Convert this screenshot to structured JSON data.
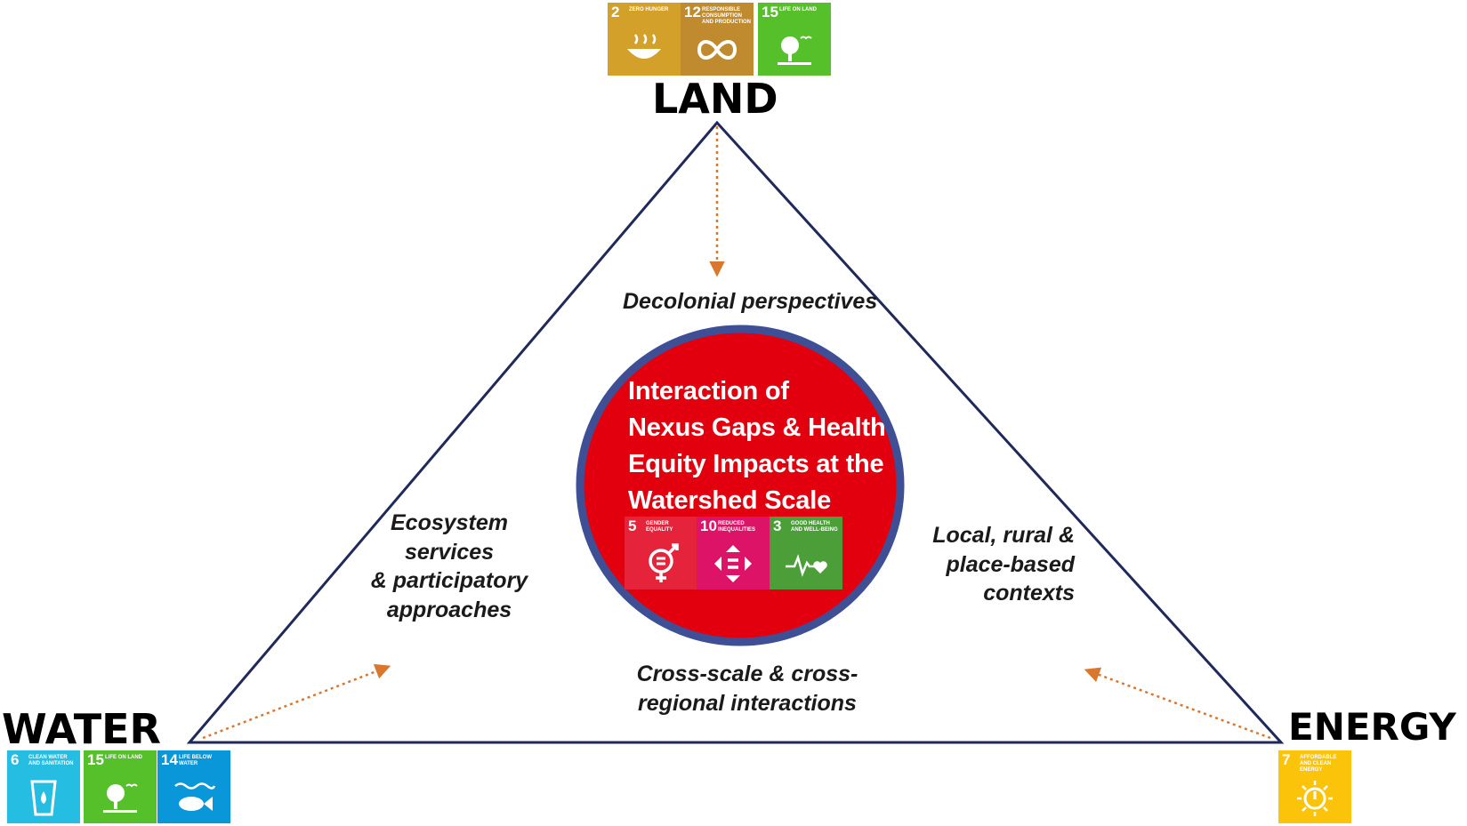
{
  "corners": {
    "land": "LAND",
    "water": "WATER",
    "energy": "ENERGY"
  },
  "themes": {
    "top": "Decolonial perspectives",
    "left": "Ecosystem\nservices\n& participatory\napproaches",
    "right": "Local, rural &\nplace-based\ncontexts",
    "bottom": "Cross-scale & cross-\nregional interactions"
  },
  "center": {
    "title": "Interaction of\nNexus Gaps & Health\nEquity Impacts at the\nWatershed Scale"
  },
  "sdg_groups": {
    "land": [
      {
        "number": "2",
        "title": "ZERO HUNGER",
        "color": "#d3a029",
        "icon": "food-bowl-icon"
      },
      {
        "number": "12",
        "title": "RESPONSIBLE CONSUMPTION AND PRODUCTION",
        "color": "#bf8b2e",
        "icon": "infinity-loop-icon"
      },
      {
        "number": "15",
        "title": "LIFE ON LAND",
        "color": "#56c02b",
        "icon": "tree-birds-icon"
      }
    ],
    "water": [
      {
        "number": "6",
        "title": "CLEAN WATER AND SANITATION",
        "color": "#26bde2",
        "icon": "water-glass-icon"
      },
      {
        "number": "15",
        "title": "LIFE ON LAND",
        "color": "#56c02b",
        "icon": "tree-birds-icon"
      },
      {
        "number": "14",
        "title": "LIFE BELOW WATER",
        "color": "#0a97d9",
        "icon": "fish-waves-icon"
      }
    ],
    "energy": [
      {
        "number": "7",
        "title": "AFFORDABLE AND CLEAN ENERGY",
        "color": "#fcc30b",
        "icon": "sun-power-icon"
      }
    ],
    "center": [
      {
        "number": "5",
        "title": "GENDER EQUALITY",
        "color": "#e5243b",
        "icon": "gender-symbol-icon"
      },
      {
        "number": "10",
        "title": "REDUCED INEQUALITIES",
        "color": "#dd1367",
        "icon": "equality-arrows-icon"
      },
      {
        "number": "3",
        "title": "GOOD HEALTH AND WELL-BEING",
        "color": "#4c9f38",
        "icon": "heartbeat-icon"
      }
    ]
  },
  "colors": {
    "triangle": "#1f2a5a",
    "arrows": "#d9772f",
    "circle_fill": "#e2000f",
    "circle_border": "#3f4f96"
  }
}
